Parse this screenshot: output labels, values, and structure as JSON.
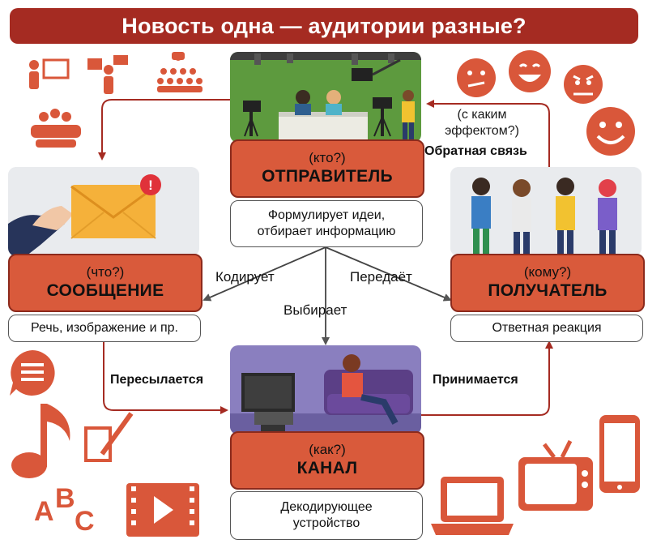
{
  "title": "Новость одна — аудитории разные?",
  "sender": {
    "question": "(кто?)",
    "role": "ОТПРАВИТЕЛЬ",
    "desc_line1": "Формулирует идеи,",
    "desc_line2": "отбирает информацию"
  },
  "message": {
    "question": "(что?)",
    "role": "СООБЩЕНИЕ",
    "desc": "Речь, изображение и пр."
  },
  "receiver": {
    "question": "(кому?)",
    "role": "ПОЛУЧАТЕЛЬ",
    "desc": "Ответная реакция"
  },
  "channel": {
    "question": "(как?)",
    "role": "КАНАЛ",
    "desc_line1": "Декодирующее",
    "desc_line2": "устройство"
  },
  "arrows": {
    "encodes": "Кодирует",
    "transmits": "Передаёт",
    "chooses": "Выбирает",
    "forwarded": "Пересылается",
    "received": "Принимается",
    "effect_line1": "(с каким",
    "effect_line2": "эффектом?)",
    "feedback": "Обратная связь"
  },
  "icons": {
    "notification_badge": "!",
    "letters": [
      "A",
      "B",
      "C"
    ]
  },
  "colors": {
    "title_bg": "#a52b22",
    "role_box": "#d95a3b",
    "arrow": "#a52b22",
    "icon": "#d9573a"
  }
}
